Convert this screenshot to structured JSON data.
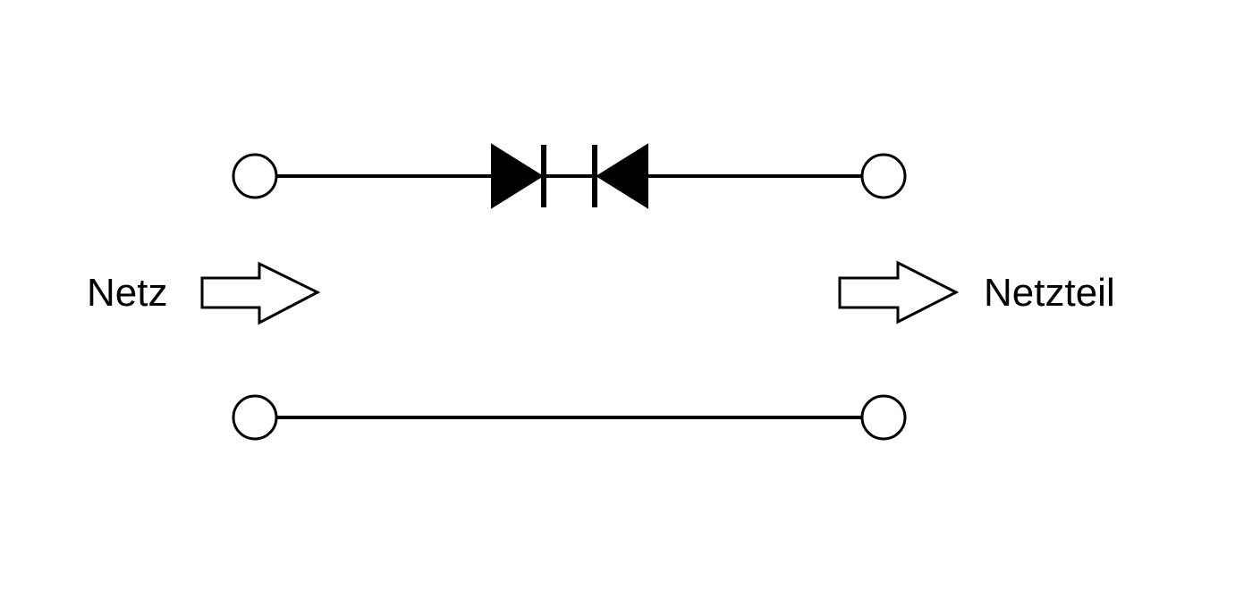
{
  "diagram": {
    "input_label": "Netz",
    "output_label": "Netzteil",
    "components": {
      "top_line_device": "bidirectional-diode-pair",
      "terminal_style": "open-circle",
      "arrow_style": "hollow-block-arrow"
    },
    "colors": {
      "stroke": "#000000",
      "fill_component": "#000000",
      "background": "#ffffff"
    }
  }
}
